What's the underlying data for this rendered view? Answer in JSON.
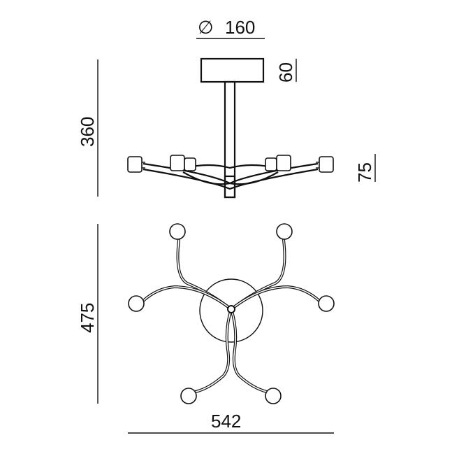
{
  "dimensions": {
    "diameter_symbol": "∅",
    "diameter": "160",
    "canopy_height": "60",
    "total_height": "360",
    "arm_height": "75",
    "plan_depth": "475",
    "plan_width": "542"
  },
  "colors": {
    "line": "#111111",
    "background": "#ffffff"
  }
}
